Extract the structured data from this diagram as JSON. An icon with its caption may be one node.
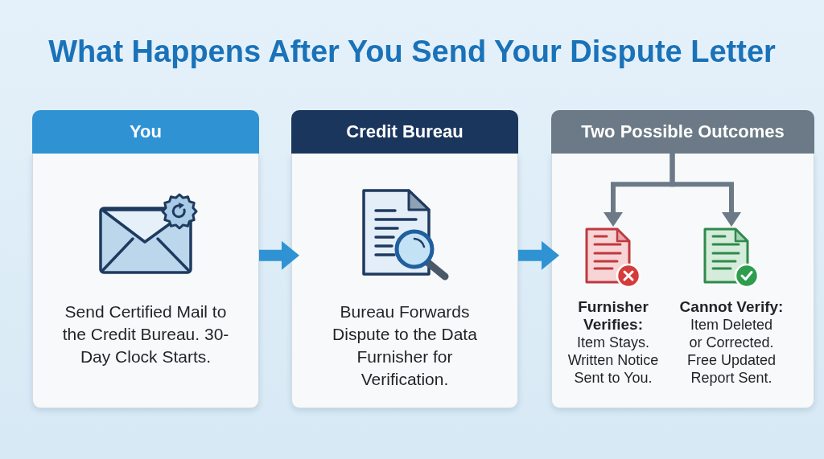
{
  "diagram": {
    "title": "What Happens After You Send Your Dispute Letter",
    "nodes": [
      {
        "text": [
          "You",
          "Send Certified Mail to the Credit Bureau. 30-Day Clock Starts."
        ]
      },
      {
        "text": [
          "Credit Bureau",
          "Bureau Forwards Dispute to the Data Furnisher for Verification."
        ]
      },
      {
        "text": [
          "Two Possible Outcomes"
        ]
      },
      {
        "text": [
          "Furnisher Verifies:",
          "Item Stays. Written Notice Sent to You."
        ],
        "in": 2
      },
      {
        "text": [
          "Cannot Verify:",
          "Item Deleted or Corrected. Free Updated Report Sent."
        ],
        "in": 2
      }
    ],
    "edges": [
      {
        "from": 0,
        "to": 1,
        "arrow": "to",
        "style": "thick"
      },
      {
        "from": 1,
        "to": 2,
        "arrow": "to",
        "style": "thick"
      },
      {
        "from": 2,
        "to": 3,
        "arrow": "to",
        "color": "#6b7a86"
      },
      {
        "from": 2,
        "to": 4,
        "arrow": "to",
        "color": "#6b7a86"
      }
    ]
  }
}
